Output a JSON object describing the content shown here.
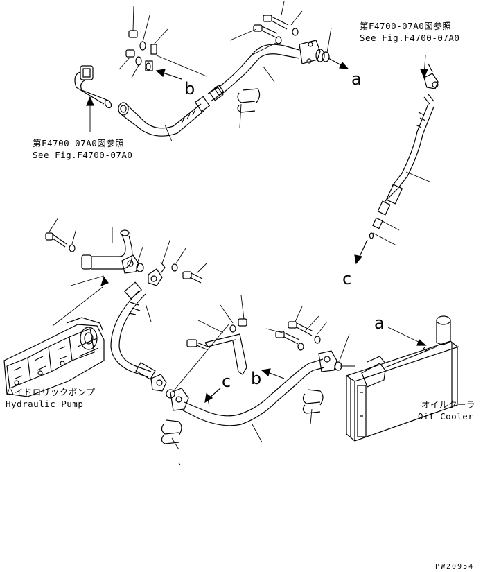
{
  "refs": {
    "top_right_jp": "第F4700-07A0図参照",
    "top_right_en": "See Fig.F4700-07A0",
    "top_left_jp": "第F4700-07A0図参照",
    "top_left_en": "See Fig.F4700-07A0"
  },
  "components": {
    "pump_jp": "ハイドロリックポンプ",
    "pump_en": "Hydraulic Pump",
    "cooler_jp": "オイルクーラ",
    "cooler_en": "Oil Cooler"
  },
  "connection_letters": {
    "a_top": "a",
    "b_top": "b",
    "c_right": "c",
    "a_cooler": "a",
    "b_bottom": "b",
    "c_bottom": "c"
  },
  "drawing_code": "PW20954",
  "colors": {
    "line": "#000000",
    "background": "#ffffff"
  }
}
